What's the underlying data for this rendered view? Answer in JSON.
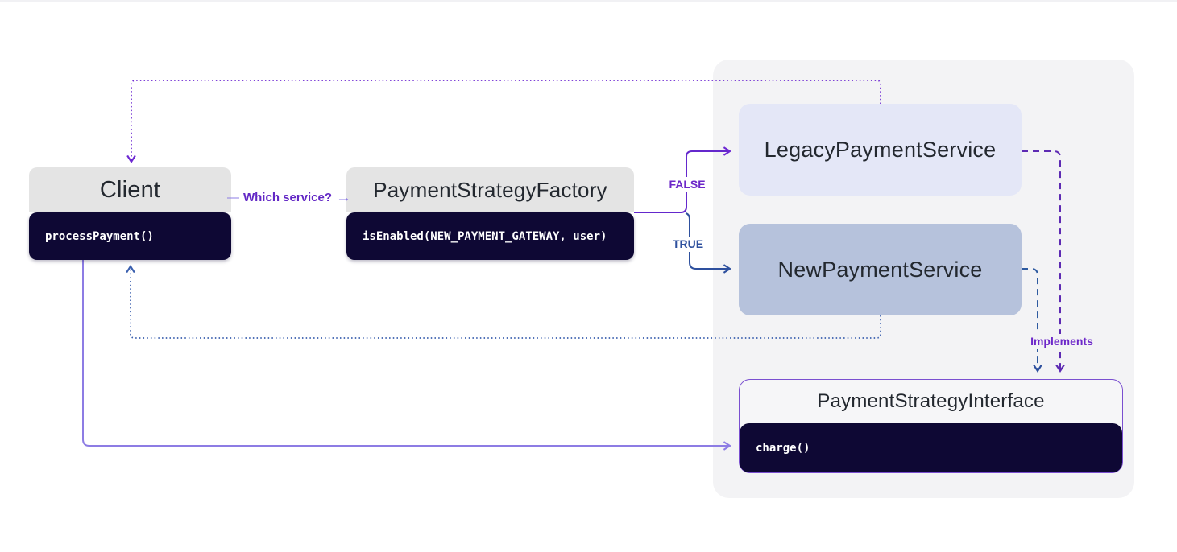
{
  "diagram": {
    "nodes": {
      "client": {
        "title": "Client",
        "method": "processPayment()"
      },
      "factory": {
        "title": "PaymentStrategyFactory",
        "method": "isEnabled(NEW_PAYMENT_GATEWAY, user)"
      },
      "legacy_service": {
        "title": "LegacyPaymentService"
      },
      "new_service": {
        "title": "NewPaymentService"
      },
      "strategy_interface": {
        "title": "PaymentStrategyInterface",
        "method": "charge()"
      }
    },
    "edge_labels": {
      "which_service_prefix": "—",
      "which_service": "Which service?",
      "which_service_arrow": "→",
      "false_branch": "FALSE",
      "true_branch": "TRUE",
      "implements": "Implements"
    },
    "colors": {
      "node_header_gray": "#e4e4e4",
      "node_body_navy": "#0e0834",
      "legacy_fill": "#e4e7f7",
      "new_fill": "#b6c2dc",
      "panel_fill": "#f3f3f5",
      "interface_border": "#7a4fd0",
      "purple_edge": "#6d28d2",
      "dashed_purple_edge": "#5d2ab3",
      "blue_edge": "#2e509e",
      "dotted_blue_edge": "#3a5fae",
      "lavender_edge": "#8d7ce4"
    }
  }
}
